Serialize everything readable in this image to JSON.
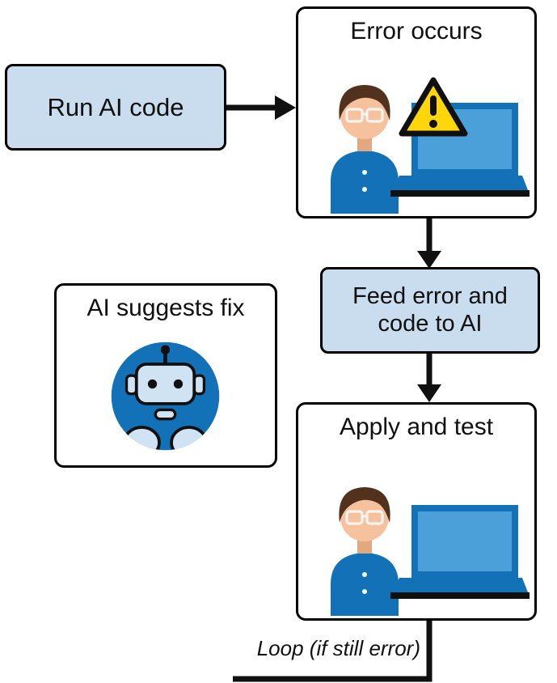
{
  "nodes": {
    "run_ai_code": {
      "label": "Run AI code"
    },
    "error_occurs": {
      "title": "Error occurs"
    },
    "feed_error_to_ai": {
      "line1": "Feed error and",
      "line2": "code to AI"
    },
    "ai_suggests_fix": {
      "title": "AI suggests fix"
    },
    "apply_and_test": {
      "title": "Apply and test"
    },
    "loop": {
      "label": "Loop (if still error)"
    }
  },
  "icons": {
    "error_occurs": [
      "person-with-glasses-icon",
      "warning-triangle-icon",
      "laptop-icon"
    ],
    "ai_suggests_fix": [
      "robot-icon"
    ],
    "apply_and_test": [
      "person-with-glasses-icon",
      "laptop-icon"
    ]
  },
  "colors": {
    "box_fill": "#c9ddee",
    "outline": "#000000",
    "ink": "#101010",
    "warning_yellow": "#ffd60a",
    "blue_primary": "#1271b7",
    "blue_screen": "#4ba0d9",
    "blue_light": "#cfe3f3",
    "skin": "#f6c29e",
    "skin_shadow": "#e2a87f",
    "hair": "#53321d",
    "glasses": "#f7f3ee"
  }
}
